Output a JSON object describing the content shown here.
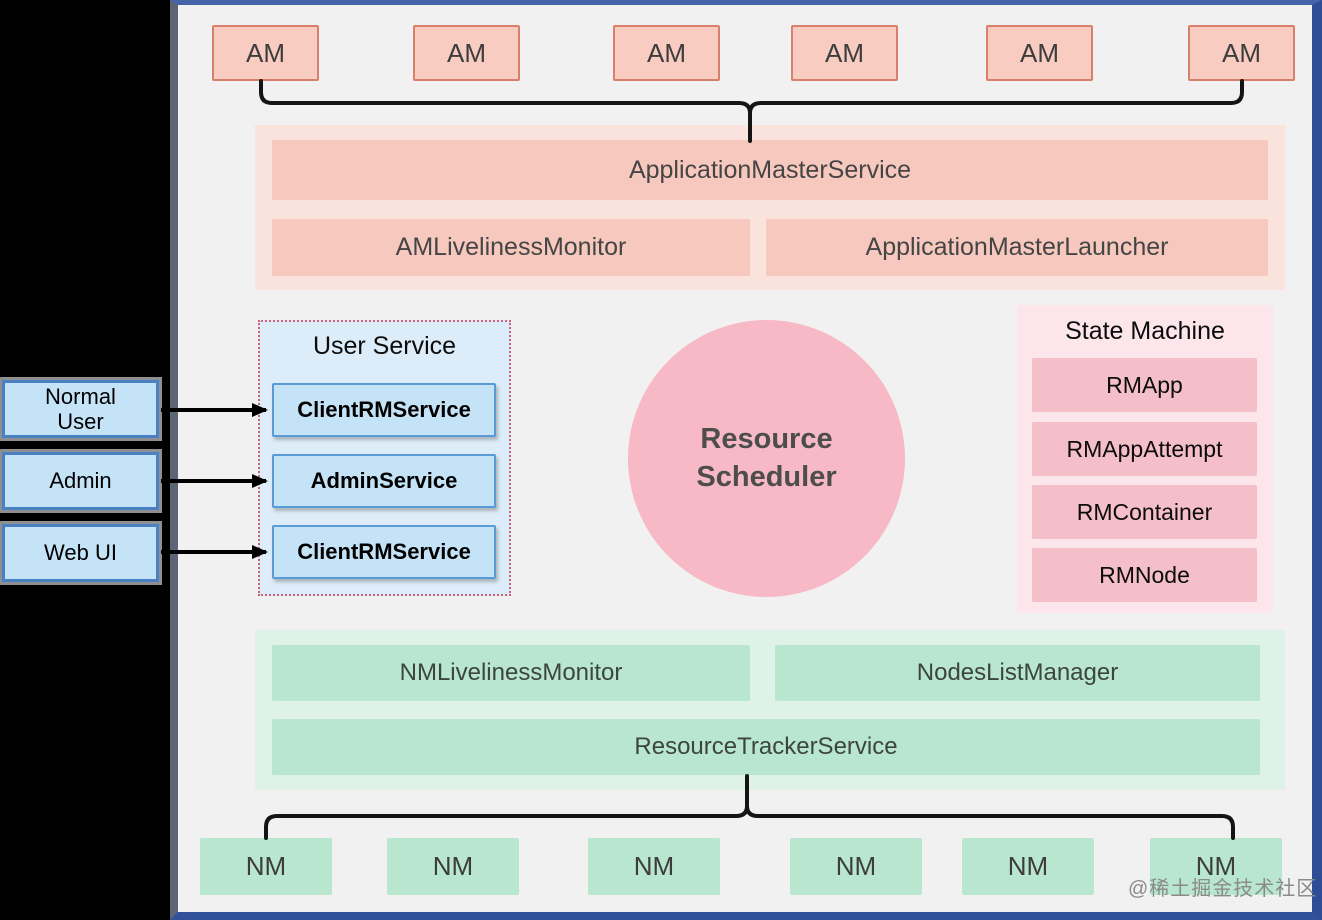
{
  "palette": {
    "canvas_bg": "#000000",
    "panel_bg": "#f2f1f1",
    "panel_border_top": "#4463a8",
    "panel_border_right": "#2f4d97",
    "panel_border_bottom": "#31519a",
    "panel_border_left": "#5c6575",
    "salmon_fill": "#f8ccc1",
    "salmon_border": "#d9806c",
    "pink_group_bg": "#fbe3dd",
    "pink_bar_bg": "#f6c8be",
    "blue_box_fill": "#c5e3f7",
    "blue_box_border": "#5b9bd5",
    "actor_border": "#4a80c4",
    "user_service_bg": "#dcecf8",
    "user_service_border": "#cf6079",
    "circle_fill": "#f7b9c6",
    "state_machine_bg": "#fce6eb",
    "state_machine_item_bg": "#f5bfca",
    "green_group_bg": "#def2e7",
    "green_item_bg": "#b9e6cf",
    "connector": "#141414",
    "text_dark": "#3d3d3d",
    "watermark": "#8a8a8a"
  },
  "am_row": {
    "items": [
      "AM",
      "AM",
      "AM",
      "AM",
      "AM",
      "AM"
    ]
  },
  "am_group": {
    "service": "ApplicationMasterService",
    "monitor": "AMLivelinessMonitor",
    "launcher": "ApplicationMasterLauncher"
  },
  "actors": {
    "items": [
      "Normal User",
      "Admin",
      "Web UI"
    ]
  },
  "user_service": {
    "title": "User Service",
    "items": [
      "ClientRMService",
      "AdminService",
      "ClientRMService"
    ]
  },
  "scheduler": {
    "label": "Resource Scheduler"
  },
  "state_machine": {
    "title": "State Machine",
    "items": [
      "RMApp",
      "RMAppAttempt",
      "RMContainer",
      "RMNode"
    ]
  },
  "node_group": {
    "monitor": "NMLivelinessMonitor",
    "manager": "NodesListManager",
    "tracker": "ResourceTrackerService"
  },
  "nm_row": {
    "items": [
      "NM",
      "NM",
      "NM",
      "NM",
      "NM",
      "NM"
    ]
  },
  "watermark": "@稀土掘金技术社区"
}
